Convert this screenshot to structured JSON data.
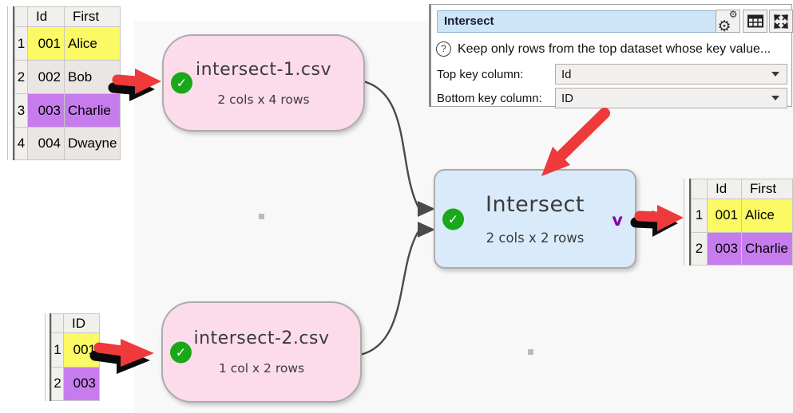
{
  "panel": {
    "title_value": "Intersect",
    "help_glyph": "?",
    "help_text": "Keep only rows from the top dataset whose key value...",
    "top_key_label": "Top key column:",
    "top_key_value": "Id",
    "bottom_key_label": "Bottom key column:",
    "bottom_key_value": "ID"
  },
  "nodes": {
    "input1": {
      "title": "intersect-1.csv",
      "subtitle": "2 cols x 4 rows"
    },
    "input2": {
      "title": "intersect-2.csv",
      "subtitle": "1 col x 2 rows"
    },
    "transform": {
      "title": "Intersect",
      "subtitle": "2 cols x 2 rows",
      "badge": "v"
    }
  },
  "icons": {
    "check": "✓",
    "gear": "⚙"
  },
  "tables": {
    "top_left": {
      "headers": [
        "Id",
        "First"
      ],
      "rows": [
        {
          "num": "1",
          "id": "001",
          "first": "Alice"
        },
        {
          "num": "2",
          "id": "002",
          "first": "Bob"
        },
        {
          "num": "3",
          "id": "003",
          "first": "Charlie"
        },
        {
          "num": "4",
          "id": "004",
          "first": "Dwayne"
        }
      ]
    },
    "bottom_left": {
      "headers": [
        "ID"
      ],
      "rows": [
        {
          "num": "1",
          "id": "001"
        },
        {
          "num": "2",
          "id": "003"
        }
      ]
    },
    "result": {
      "headers": [
        "Id",
        "First"
      ],
      "rows": [
        {
          "num": "1",
          "id": "001",
          "first": "Alice"
        },
        {
          "num": "2",
          "id": "003",
          "first": "Charlie"
        }
      ]
    }
  },
  "colors": {
    "highlight_yellow": "#fbf964",
    "highlight_purple": "#c77cee",
    "row_gray": "#e9e6e3",
    "node_pink": "#fcdcea",
    "node_blue": "#d9eafb",
    "check_green": "#18a818",
    "arrow_red": "#ee3a3a",
    "badge_purple": "#8a00a8",
    "title_field_blue": "#cee5f8"
  }
}
